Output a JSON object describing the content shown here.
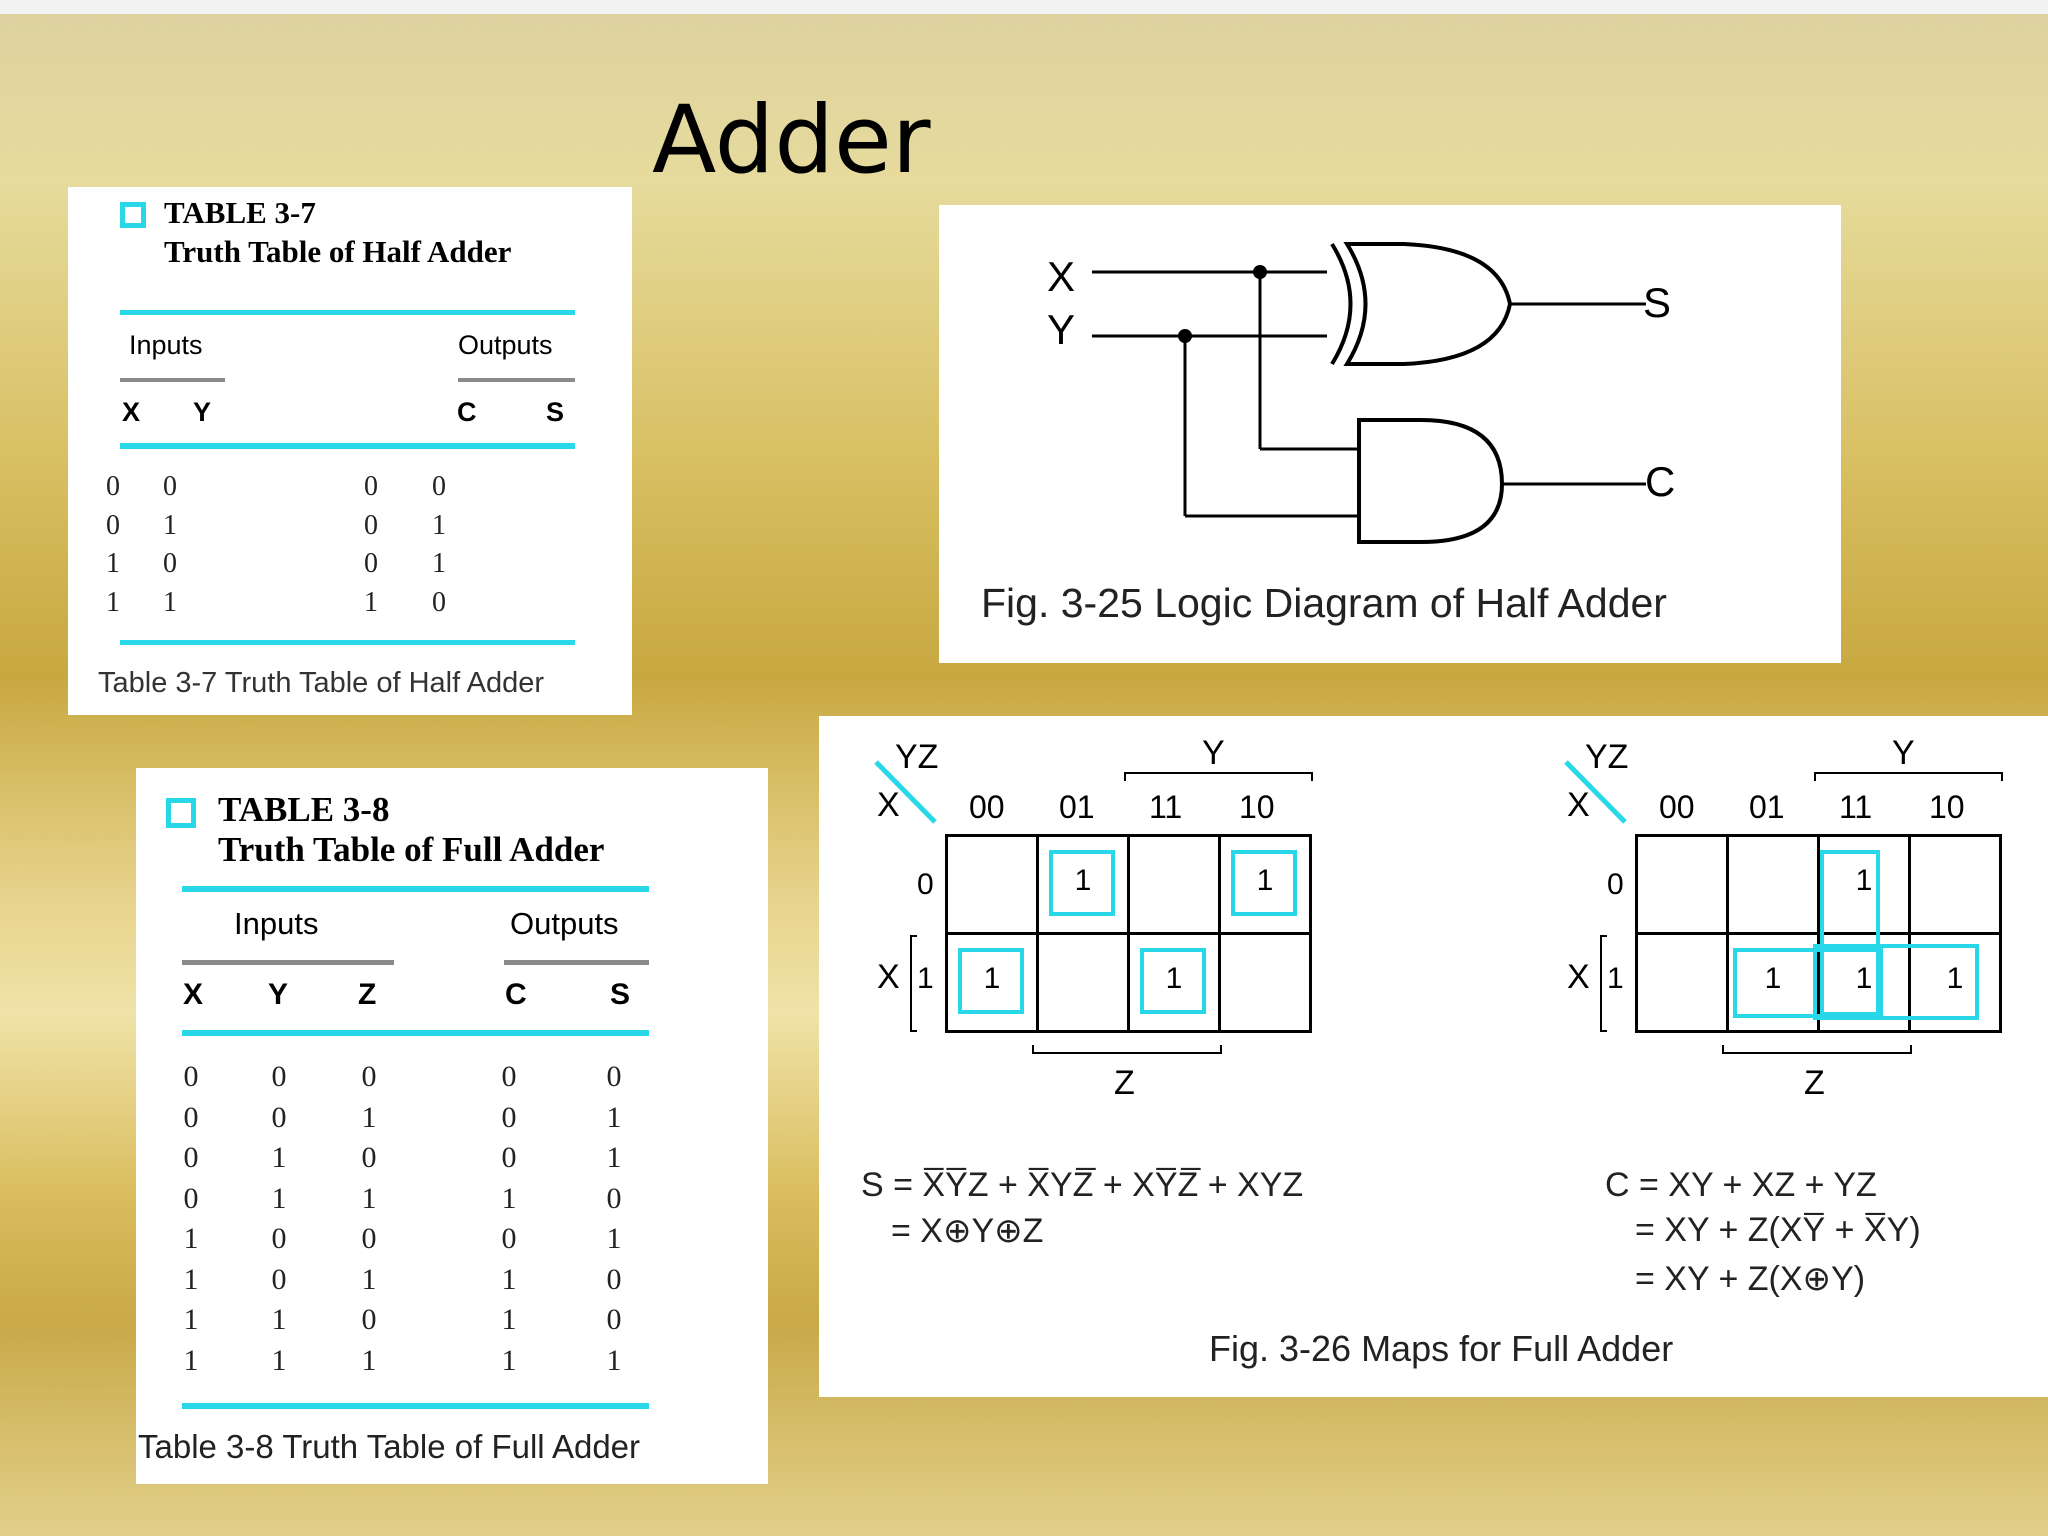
{
  "slide": {
    "title": "Adder"
  },
  "half_table": {
    "heading": "TABLE 3-7",
    "subheading": "Truth Table of Half Adder",
    "inputs_label": "Inputs",
    "outputs_label": "Outputs",
    "columns": [
      "X",
      "Y",
      "C",
      "S"
    ],
    "rows": [
      [
        "0",
        "0",
        "0",
        "0"
      ],
      [
        "0",
        "1",
        "0",
        "1"
      ],
      [
        "1",
        "0",
        "0",
        "1"
      ],
      [
        "1",
        "1",
        "1",
        "0"
      ]
    ],
    "caption": "Table 3-7  Truth Table of Half Adder"
  },
  "full_table": {
    "heading": "TABLE 3-8",
    "subheading": "Truth Table of Full Adder",
    "inputs_label": "Inputs",
    "outputs_label": "Outputs",
    "columns": [
      "X",
      "Y",
      "Z",
      "C",
      "S"
    ],
    "rows": [
      [
        "0",
        "0",
        "0",
        "0",
        "0"
      ],
      [
        "0",
        "0",
        "1",
        "0",
        "1"
      ],
      [
        "0",
        "1",
        "0",
        "0",
        "1"
      ],
      [
        "0",
        "1",
        "1",
        "1",
        "0"
      ],
      [
        "1",
        "0",
        "0",
        "0",
        "1"
      ],
      [
        "1",
        "0",
        "1",
        "1",
        "0"
      ],
      [
        "1",
        "1",
        "0",
        "1",
        "0"
      ],
      [
        "1",
        "1",
        "1",
        "1",
        "1"
      ]
    ],
    "caption": "Table 3-8  Truth Table of Full Adder"
  },
  "logic_diagram": {
    "input_x": "X",
    "input_y": "Y",
    "output_s": "S",
    "output_c": "C",
    "caption": "Fig. 3-25  Logic Diagram of Half Adder"
  },
  "kmaps": {
    "caption": "Fig. 3-26  Maps for Full Adder",
    "s_map": {
      "corner_top": "YZ",
      "corner_left": "X",
      "col_labels": [
        "00",
        "01",
        "11",
        "10"
      ],
      "row_labels": [
        "0",
        "1"
      ],
      "y_label": "Y",
      "x_label": "X",
      "z_label": "Z",
      "cells": [
        [
          "",
          "1",
          "",
          "1"
        ],
        [
          "1",
          "",
          "1",
          ""
        ]
      ],
      "eq_line1": "S = X̅Y̅Z + X̅YZ̅ + XY̅Z̅ + XYZ",
      "eq_line2": "= X⊕Y⊕Z"
    },
    "c_map": {
      "corner_top": "YZ",
      "corner_left": "X",
      "col_labels": [
        "00",
        "01",
        "11",
        "10"
      ],
      "row_labels": [
        "0",
        "1"
      ],
      "y_label": "Y",
      "x_label": "X",
      "z_label": "Z",
      "cells": [
        [
          "",
          "",
          "1",
          ""
        ],
        [
          "",
          "1",
          "1",
          "1"
        ]
      ],
      "eq_line1": "C = XY + XZ + YZ",
      "eq_line2": "= XY + Z(XY̅ + X̅Y)",
      "eq_line3": "= XY + Z(X⊕Y)"
    }
  },
  "colors": {
    "accent": "#29d8e8",
    "background": "#d8bf62"
  }
}
